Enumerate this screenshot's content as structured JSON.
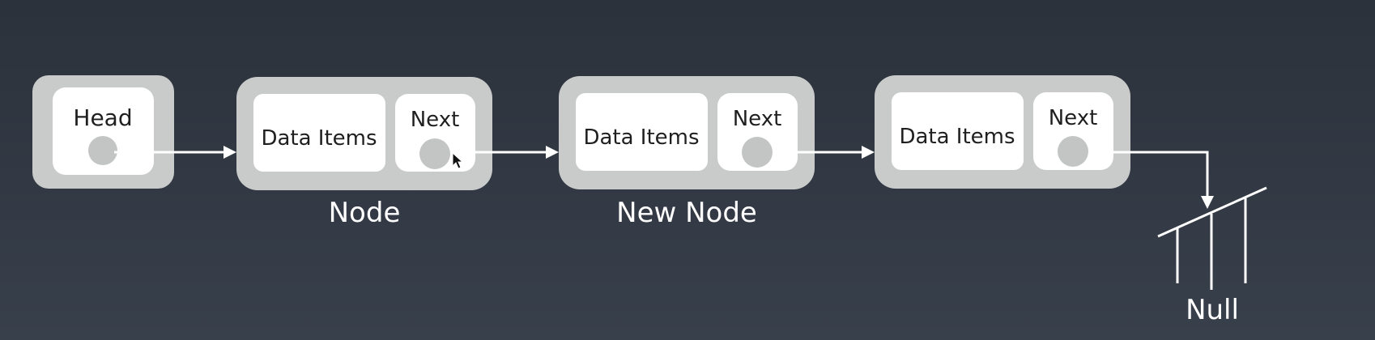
{
  "head": {
    "label": "Head"
  },
  "nodes": [
    {
      "data_label": "Data Items",
      "next_label": "Next",
      "caption": "Node"
    },
    {
      "data_label": "Data Items",
      "next_label": "Next",
      "caption": "New Node"
    },
    {
      "data_label": "Data Items",
      "next_label": "Next",
      "caption": ""
    }
  ],
  "null_label": "Null",
  "colors": {
    "background": "#323944",
    "node_outer": "#c9cbcb",
    "node_inner": "#ffffff",
    "pointer_circle": "#c3c4c4",
    "arrow": "#ffffff"
  }
}
